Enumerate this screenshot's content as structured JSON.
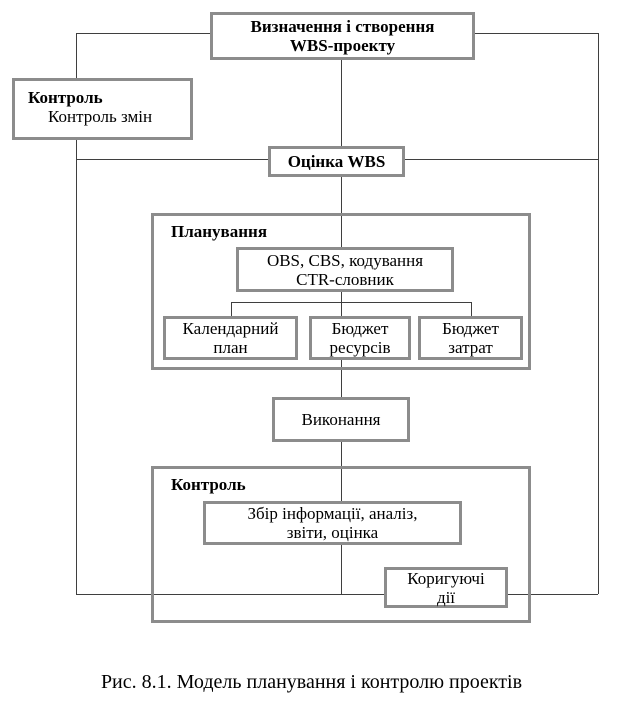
{
  "caption": "Рис. 8.1. Модель планування і контролю проектів",
  "nodes": {
    "wbs_creation": {
      "lines": [
        "Визначення і створення",
        "WBS-проекту"
      ]
    },
    "change_control": {
      "title": "Контроль",
      "item": "Контроль змін"
    },
    "wbs_evaluation": {
      "label": "Оцінка WBS"
    },
    "planning": {
      "title": "Планування"
    },
    "obs_cbs": {
      "lines": [
        "OBS, CBS, кодування",
        "CTR-словник"
      ]
    },
    "calendar_plan": {
      "lines": [
        "Календарний",
        "план"
      ]
    },
    "resource_budget": {
      "lines": [
        "Бюджет",
        "ресурсів"
      ]
    },
    "cost_budget": {
      "lines": [
        "Бюджет",
        "затрат"
      ]
    },
    "execution": {
      "label": "Виконання"
    },
    "control": {
      "title": "Контроль"
    },
    "info_gathering": {
      "lines": [
        "Збір інформації, аналіз,",
        "звіти, оцінка"
      ]
    },
    "corrective": {
      "lines": [
        "Коригуючі",
        "дії"
      ]
    }
  },
  "colors": {
    "box_border": "#8c8c8c",
    "line": "#3f3f3f",
    "text": "#000000",
    "background": "#ffffff"
  }
}
